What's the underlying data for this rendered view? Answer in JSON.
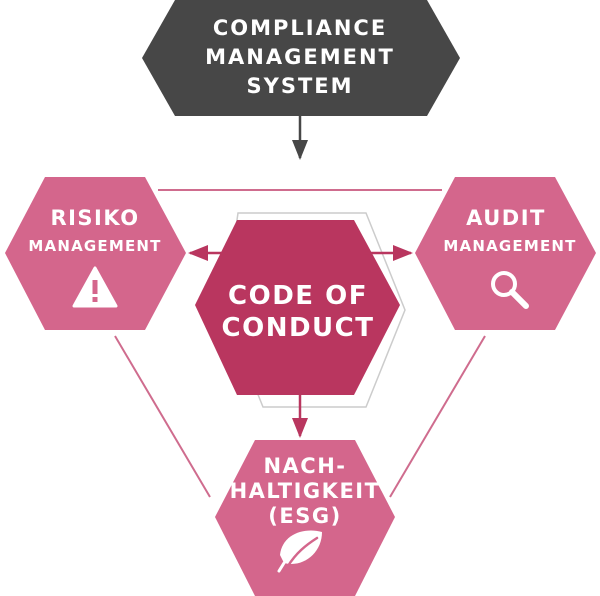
{
  "top_node": {
    "lines": [
      "COMPLIANCE",
      "MANAGEMENT",
      "SYSTEM"
    ]
  },
  "center_node": {
    "lines": [
      "CODE OF",
      "CONDUCT"
    ]
  },
  "left_node": {
    "title": "RISIKO",
    "subtitle": "MANAGEMENT",
    "icon": "warning-icon"
  },
  "right_node": {
    "title": "AUDIT",
    "subtitle": "MANAGEMENT",
    "icon": "magnifier-icon"
  },
  "bottom_node": {
    "lines": [
      "NACH-",
      "HALTIGKEIT",
      "(ESG)"
    ],
    "icon": "leaf-icon"
  },
  "colors": {
    "top_fill": "#474747",
    "center_fill": "#b9365f",
    "outer_fill": "#d4668c",
    "connector": "#cf6c8e",
    "arrow": "#b9365f",
    "outline": "#cccccc"
  }
}
